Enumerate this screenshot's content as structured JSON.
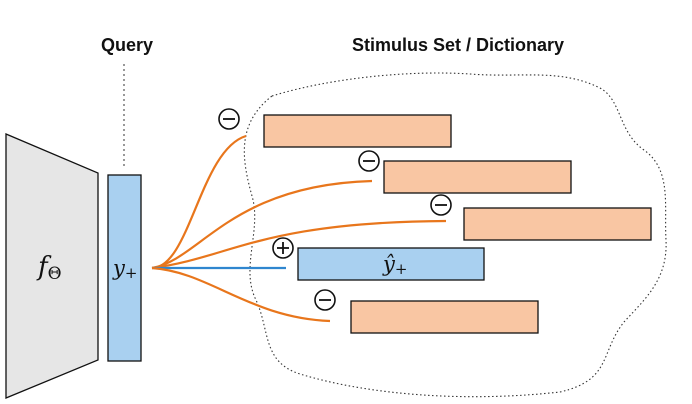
{
  "headings": {
    "query": "Query",
    "dictionary": "Stimulus Set / Dictionary"
  },
  "encoder": {
    "symbol": "f",
    "subscript": "Θ"
  },
  "query_vector": {
    "symbol": "y",
    "subscript": "+"
  },
  "positive_key": {
    "symbol": "ŷ",
    "subscript": "+"
  },
  "signs": {
    "negative": "minus",
    "positive": "plus"
  },
  "colors": {
    "negative_line": "#e8761c",
    "negative_box": "#f9c6a3",
    "positive_line": "#2f86cf",
    "positive_box": "#a9d0f0",
    "encoder_fill": "#e6e6e6"
  },
  "dictionary_items": [
    {
      "kind": "negative"
    },
    {
      "kind": "negative"
    },
    {
      "kind": "negative"
    },
    {
      "kind": "positive"
    },
    {
      "kind": "negative"
    }
  ]
}
